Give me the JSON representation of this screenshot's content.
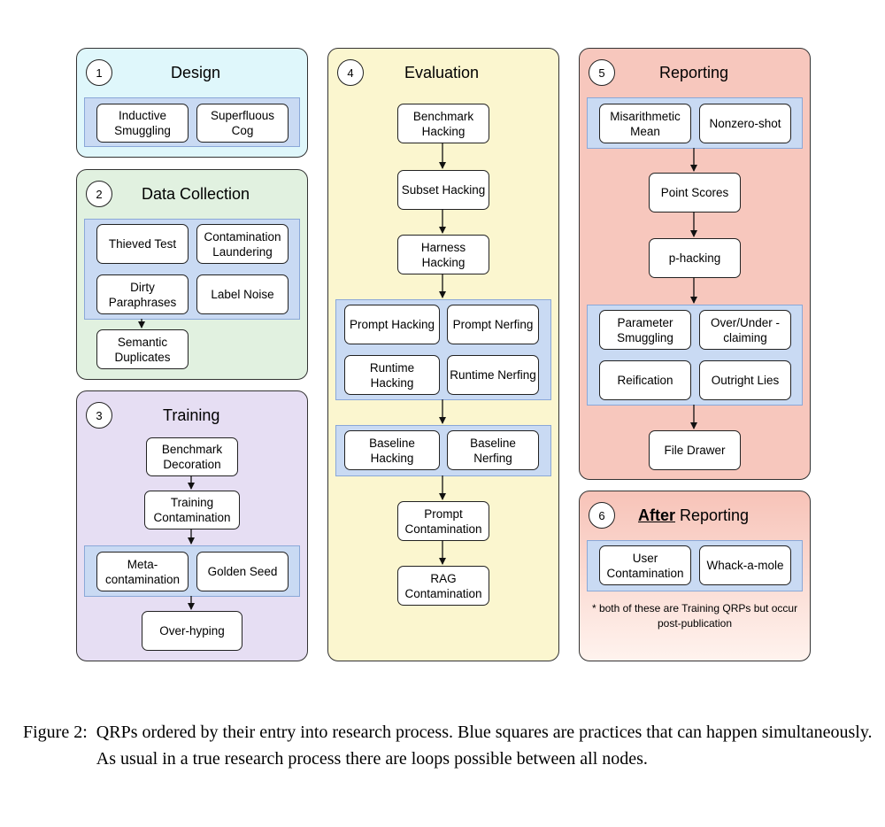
{
  "panels": {
    "design": {
      "number": "1",
      "title": "Design",
      "nodes": [
        "Inductive Smuggling",
        "Superfluous Cog"
      ]
    },
    "data_collection": {
      "number": "2",
      "title": "Data Collection",
      "nodes": [
        "Thieved Test",
        "Contamination Laundering",
        "Dirty Paraphrases",
        "Label Noise",
        "Semantic Duplicates"
      ]
    },
    "training": {
      "number": "3",
      "title": "Training",
      "nodes": [
        "Benchmark Decoration",
        "Training Contamination",
        "Meta-contamination",
        "Golden Seed",
        "Over-hyping"
      ]
    },
    "evaluation": {
      "number": "4",
      "title": "Evaluation",
      "nodes": [
        "Benchmark Hacking",
        "Subset Hacking",
        "Harness Hacking",
        "Prompt Hacking",
        "Prompt Nerfing",
        "Runtime Hacking",
        "Runtime Nerfing",
        "Baseline Hacking",
        "Baseline Nerfing",
        "Prompt Contamination",
        "RAG Contamination"
      ]
    },
    "reporting": {
      "number": "5",
      "title": "Reporting",
      "nodes": [
        "Misarithmetic Mean",
        "Nonzero-shot",
        "Point Scores",
        "p-hacking",
        "Parameter Smuggling",
        "Over/Under - claiming",
        "Reification",
        "Outright Lies",
        "File Drawer"
      ]
    },
    "after_reporting": {
      "number": "6",
      "title_bold": "After",
      "title_rest": " Reporting",
      "nodes": [
        "User Contamination",
        "Whack-a-mole"
      ],
      "note": "* both of these are Training QRPs but occur post-publication"
    }
  },
  "caption": {
    "label": "Figure 2:",
    "text": "QRPs ordered by their entry into research process. Blue squares are practices that can happen simultaneously. As usual in a true research process there are loops possible between all nodes."
  }
}
